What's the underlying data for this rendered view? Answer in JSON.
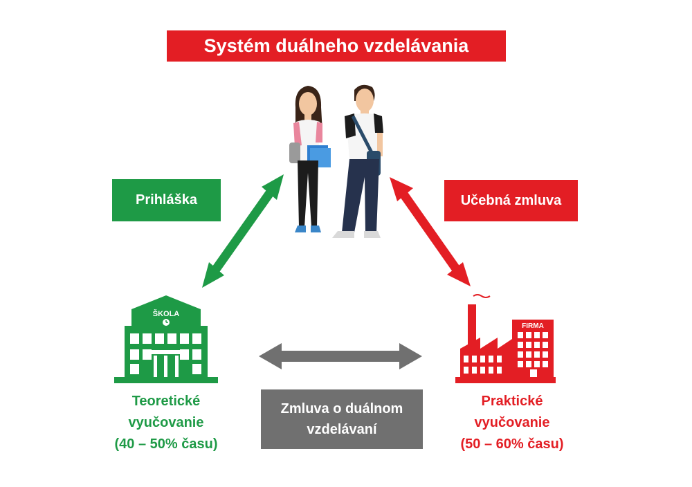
{
  "title": "Systém duálneho vzdelávania",
  "left_box": "Prihláška",
  "right_box": "Učebná zmluva",
  "bottom_box": {
    "line1": "Zmluva o duálnom",
    "line2": "vzdelávaní"
  },
  "school": {
    "sign": "ŠKOLA",
    "label_line1": "Teoretické",
    "label_line2": "vyučovanie",
    "label_line3": "(40 – 50% času)"
  },
  "firm": {
    "sign": "FIRMA",
    "label_line1": "Praktické",
    "label_line2": "vyučovanie",
    "label_line3": "(50 – 60% času)"
  },
  "colors": {
    "red": "#e31e24",
    "green": "#1e9a46",
    "gray": "#707070"
  }
}
